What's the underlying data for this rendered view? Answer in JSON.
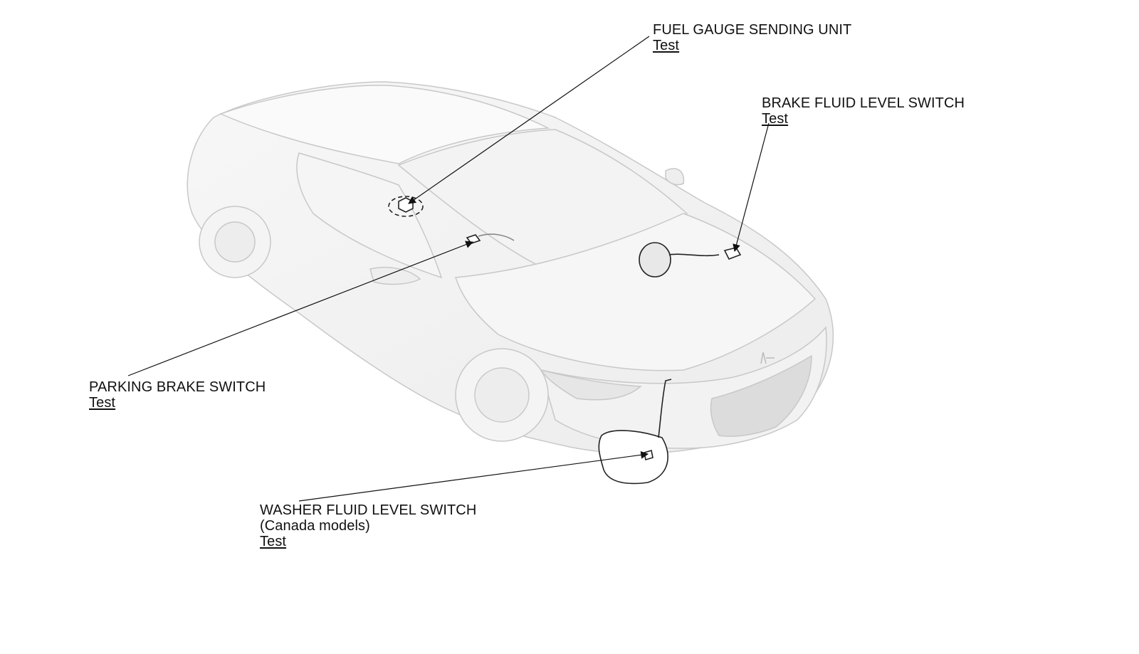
{
  "callouts": {
    "fuel_gauge": {
      "title": "FUEL GAUGE SENDING UNIT",
      "link": "Test"
    },
    "brake_fluid": {
      "title": "BRAKE FLUID LEVEL SWITCH",
      "link": "Test"
    },
    "parking_brake": {
      "title": "PARKING BRAKE SWITCH",
      "link": "Test"
    },
    "washer_fluid": {
      "title": "WASHER FLUID LEVEL SWITCH",
      "note": "(Canada models)",
      "link": "Test"
    }
  },
  "colors": {
    "line": "#111111",
    "body_fill": "#f2f2f2",
    "body_stroke": "#c8c8c8",
    "part_stroke": "#222222"
  }
}
